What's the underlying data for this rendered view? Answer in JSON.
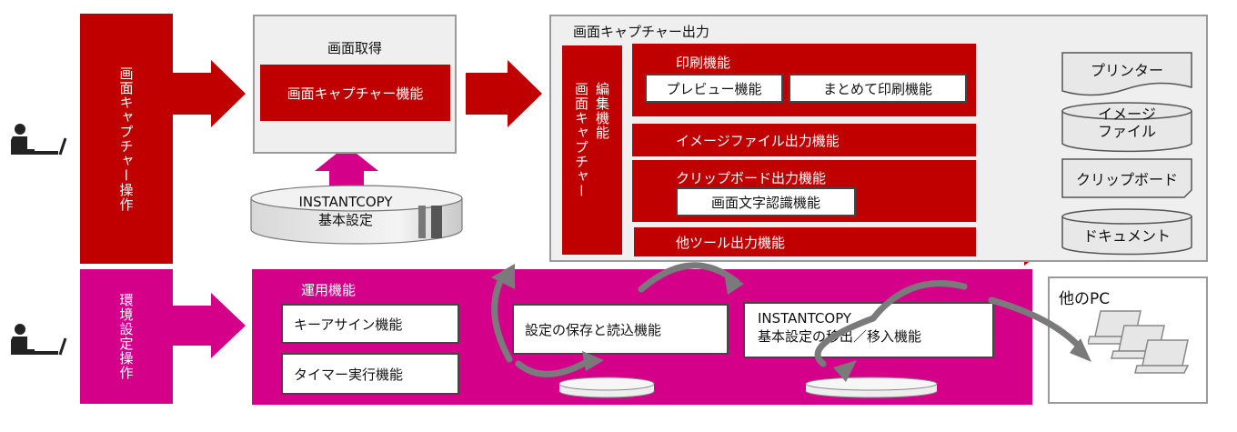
{
  "capture_op": {
    "label": "画面キャプチャー操作",
    "color": "#c00000"
  },
  "env_op": {
    "label": "環境設定操作",
    "color": "#d4008a"
  },
  "acquire": {
    "title": "画面取得",
    "function": "画面キャプチャー機能"
  },
  "settings_disk": {
    "line1": "INSTANTCOPY",
    "line2": "基本設定"
  },
  "output_panel": {
    "title": "画面キャプチャー出力",
    "edit_col_1": "編集機能",
    "edit_col_2": "画面キャプチャー",
    "print": {
      "label": "印刷機能",
      "preview": "プレビュー機能",
      "batch": "まとめて印刷機能"
    },
    "image_file": "イメージファイル出力機能",
    "clipboard": {
      "label": "クリップボード出力機能",
      "ocr": "画面文字認識機能"
    },
    "other_tool": "他ツール出力機能"
  },
  "targets": {
    "printer": "プリンター",
    "image_line1": "イメージ",
    "image_line2": "ファイル",
    "clipboard": "クリップボード",
    "document": "ドキュメント"
  },
  "operation": {
    "title": "運用機能",
    "key_assign": "キーアサイン機能",
    "timer": "タイマー実行機能",
    "save_load": "設定の保存と読込機能",
    "export_line1": "INSTANTCOPY",
    "export_line2": "基本設定の移出／移入機能"
  },
  "other_pc": {
    "label": "他のPC"
  },
  "colors": {
    "red": "#c00000",
    "magenta": "#d4008a",
    "gray_panel": "#efefef"
  },
  "icons": [
    "user-at-pc-icon",
    "laptop-icon"
  ]
}
